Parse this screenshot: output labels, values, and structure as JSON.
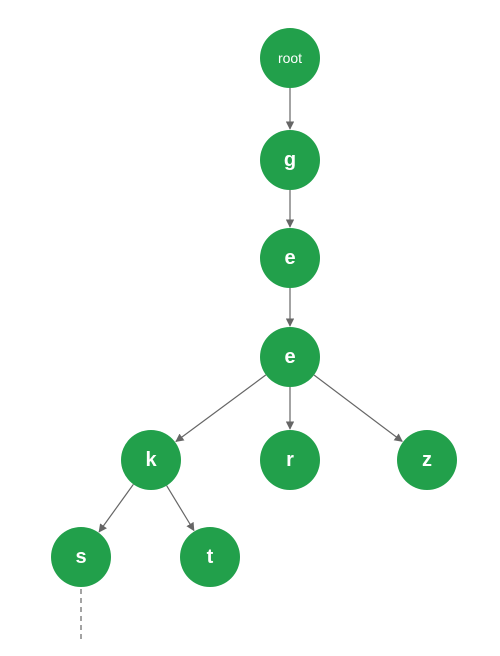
{
  "colors": {
    "node_fill": "#22a04b",
    "edge_stroke": "#666666",
    "label": "#ffffff"
  },
  "nodes": [
    {
      "id": "root",
      "label": "root"
    },
    {
      "id": "g",
      "label": "g"
    },
    {
      "id": "e1",
      "label": "e"
    },
    {
      "id": "e2",
      "label": "e"
    },
    {
      "id": "k",
      "label": "k"
    },
    {
      "id": "r",
      "label": "r"
    },
    {
      "id": "z",
      "label": "z"
    },
    {
      "id": "s",
      "label": "s"
    },
    {
      "id": "t",
      "label": "t"
    }
  ],
  "edges": [
    {
      "from": "root",
      "to": "g",
      "style": "solid-arrow"
    },
    {
      "from": "g",
      "to": "e1",
      "style": "solid-arrow"
    },
    {
      "from": "e1",
      "to": "e2",
      "style": "solid-arrow"
    },
    {
      "from": "e2",
      "to": "k",
      "style": "solid-arrow"
    },
    {
      "from": "e2",
      "to": "r",
      "style": "solid-arrow"
    },
    {
      "from": "e2",
      "to": "z",
      "style": "solid-arrow"
    },
    {
      "from": "k",
      "to": "s",
      "style": "solid-arrow"
    },
    {
      "from": "k",
      "to": "t",
      "style": "solid-arrow"
    },
    {
      "from": "s",
      "to": null,
      "style": "dashed-continuation"
    }
  ]
}
